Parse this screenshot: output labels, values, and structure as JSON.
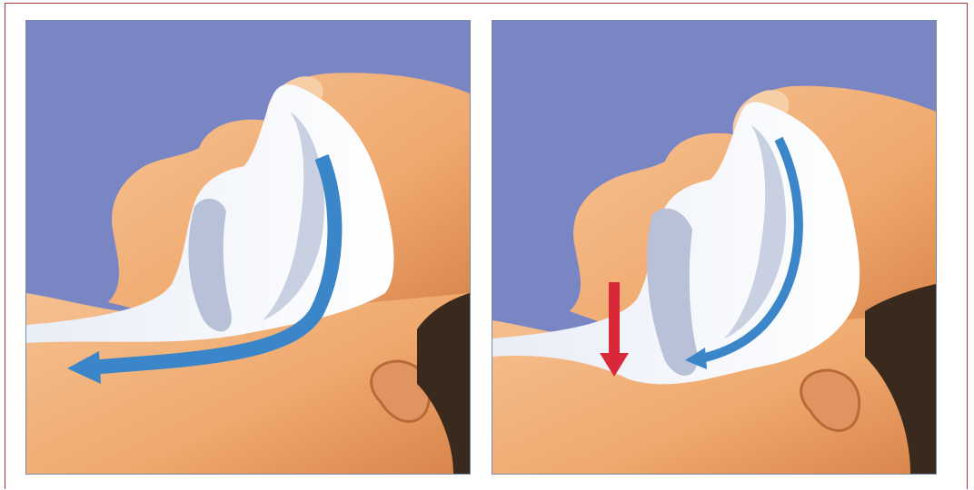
{
  "figure": {
    "panels": [
      {
        "id": "open-airway",
        "airflow_arrows": [
          "blue"
        ]
      },
      {
        "id": "obstructed-airway",
        "airflow_arrows": [
          "blue",
          "red"
        ]
      }
    ]
  },
  "colors": {
    "border": "#a83238",
    "background_sky": "#7a86c4",
    "skin": "#f2b27e",
    "skin_shadow": "#d98a52",
    "airway": "#eef2f8",
    "airway_shade": "#b8c1d8",
    "hair": "#3a2a1e",
    "airflow": "#3a86c8",
    "obstruction": "#d8283a"
  }
}
